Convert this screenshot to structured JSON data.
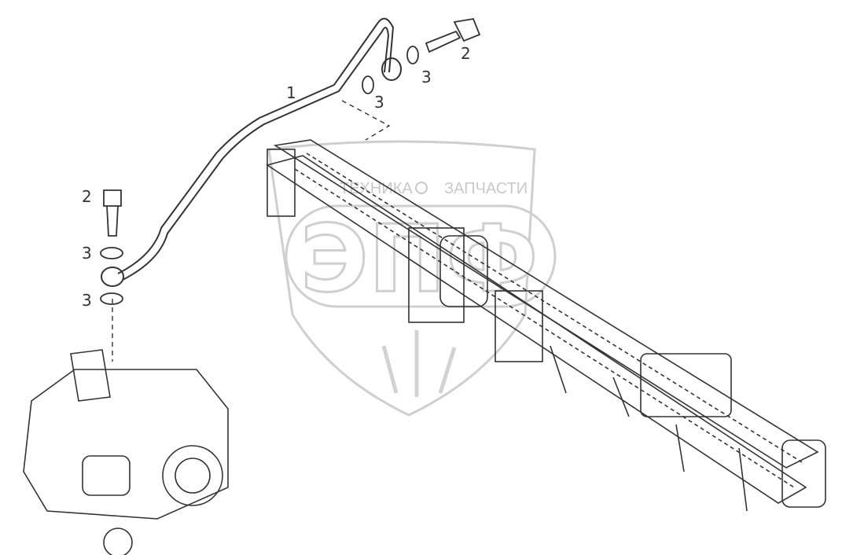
{
  "callouts": [
    {
      "id": "c1",
      "label": "1"
    },
    {
      "id": "c2a",
      "label": "2"
    },
    {
      "id": "c3a",
      "label": "3"
    },
    {
      "id": "c3b",
      "label": "3"
    },
    {
      "id": "c2b",
      "label": "2"
    },
    {
      "id": "c3c",
      "label": "3"
    },
    {
      "id": "c3d",
      "label": "3"
    }
  ],
  "watermark": {
    "text_left": "ТЕХНИКА",
    "text_right": "ЗАПЧАСТИ",
    "letters": "ЭПФ"
  },
  "colors": {
    "line": "#333333",
    "watermark": "#cccccc"
  }
}
